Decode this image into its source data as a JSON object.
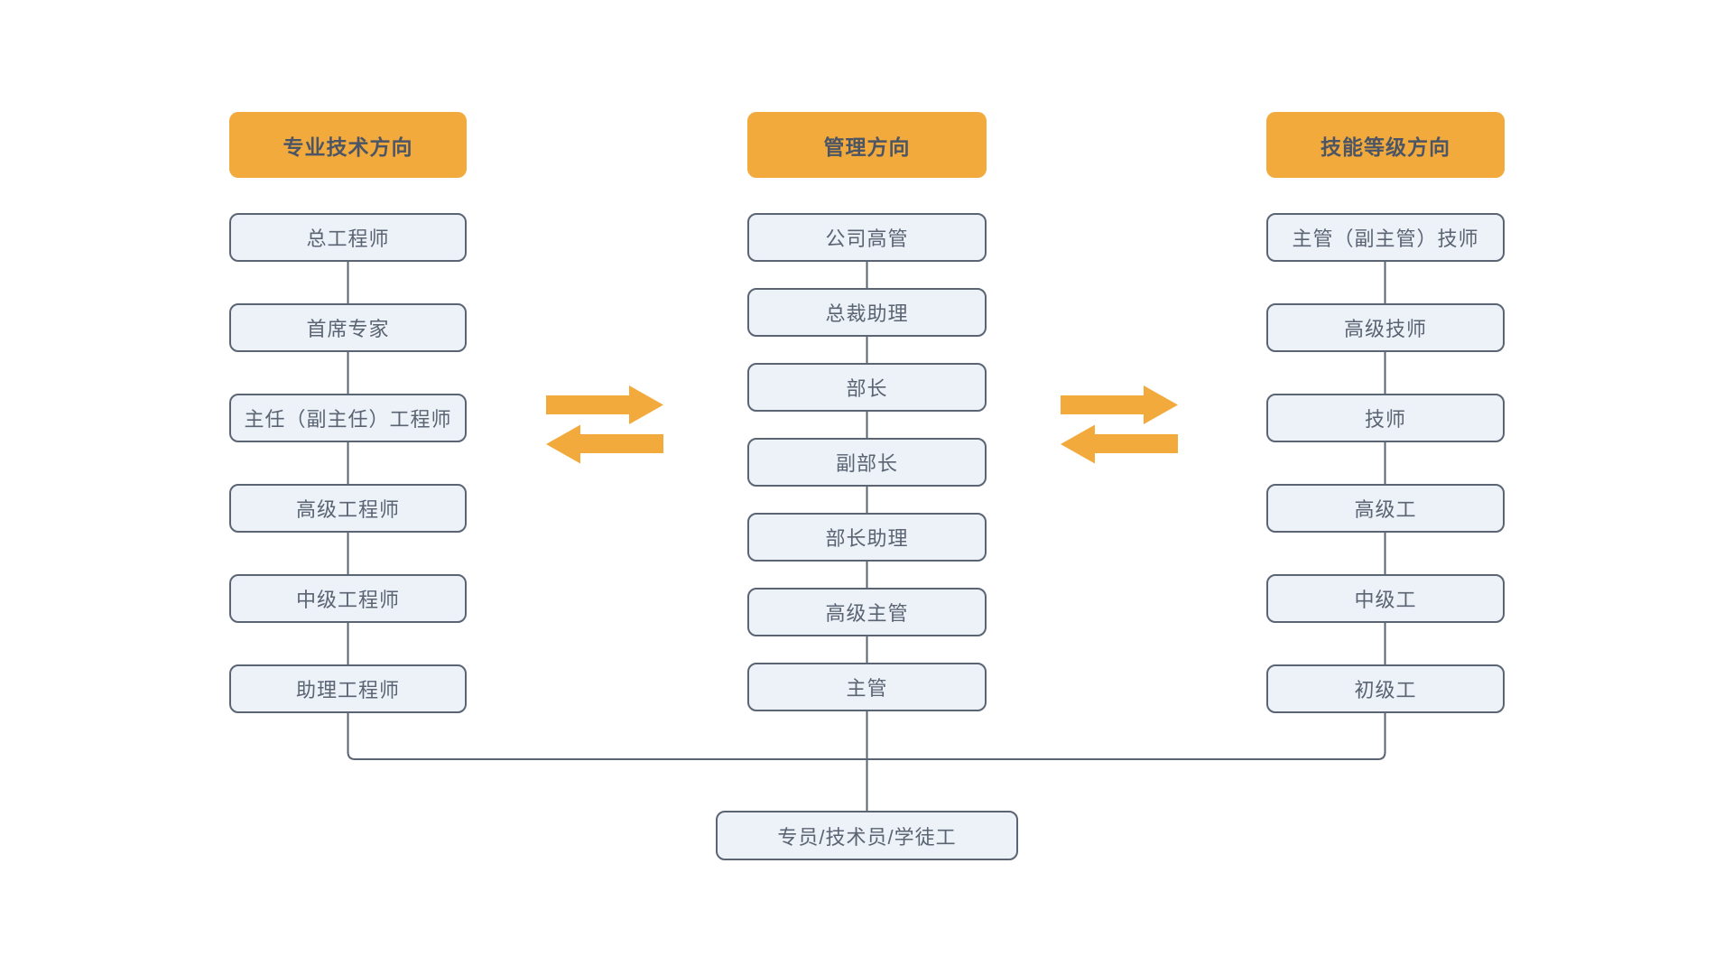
{
  "diagram": {
    "title_semantic": "career-development-paths",
    "columns": [
      {
        "id": "professional-technical",
        "header": "专业技术方向",
        "items": [
          "总工程师",
          "首席专家",
          "主任（副主任）工程师",
          "高级工程师",
          "中级工程师",
          "助理工程师"
        ]
      },
      {
        "id": "management",
        "header": "管理方向",
        "items": [
          "公司高管",
          "总裁助理",
          "部长",
          "副部长",
          "部长助理",
          "高级主管",
          "主管"
        ]
      },
      {
        "id": "skill-grade",
        "header": "技能等级方向",
        "items": [
          "主管（副主管）技师",
          "高级技师",
          "技师",
          "高级工",
          "中级工",
          "初级工"
        ]
      }
    ],
    "base_label": "专员/技术员/学徒工",
    "icons": [
      "bidirectional-transfer-arrows-left",
      "bidirectional-transfer-arrows-right"
    ]
  },
  "colors": {
    "header_bg": "#F2AA3C",
    "header_text": "#4C5565",
    "box_bg": "#EDF1F8",
    "box_border": "#5A6472",
    "text": "#5A6472",
    "line": "#5A6472",
    "arrow": "#F2AA3C"
  }
}
